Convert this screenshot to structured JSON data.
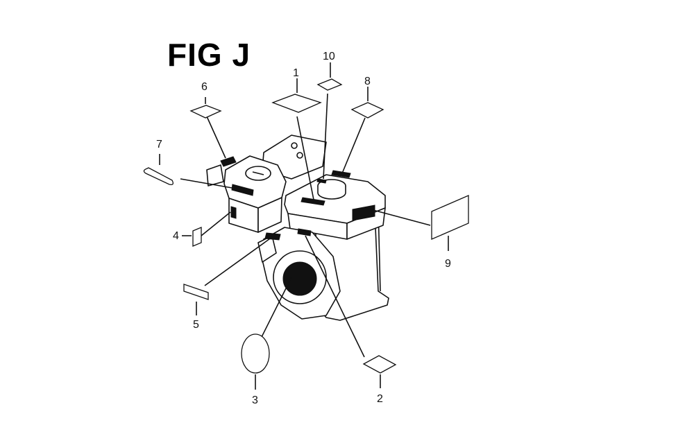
{
  "figure": {
    "title": "FIG J"
  },
  "callouts": [
    {
      "id": "1",
      "label": "1"
    },
    {
      "id": "2",
      "label": "2"
    },
    {
      "id": "3",
      "label": "3"
    },
    {
      "id": "4",
      "label": "4"
    },
    {
      "id": "5",
      "label": "5"
    },
    {
      "id": "6",
      "label": "6"
    },
    {
      "id": "7",
      "label": "7"
    },
    {
      "id": "8",
      "label": "8"
    },
    {
      "id": "9",
      "label": "9"
    },
    {
      "id": "10",
      "label": "10"
    }
  ]
}
